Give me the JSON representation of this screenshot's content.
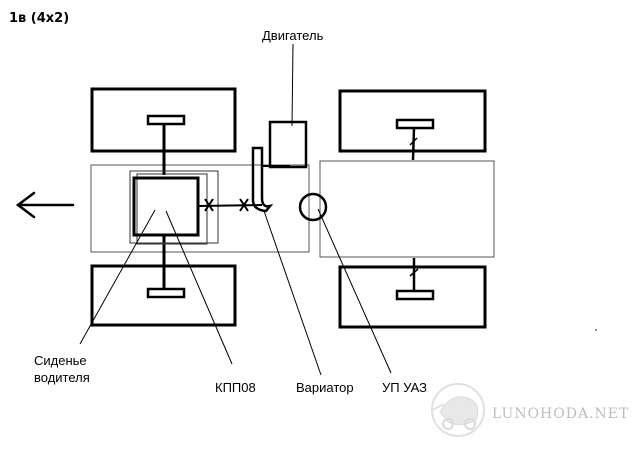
{
  "title": "1в (4x2)",
  "labels": {
    "engine": "Двигатель",
    "seat": "Сиденье",
    "seat2": "водителя",
    "gearbox": "КПП08",
    "variator": "Вариатор",
    "axle": "УП УАЗ"
  },
  "watermark": "LUNOHODA.NET"
}
